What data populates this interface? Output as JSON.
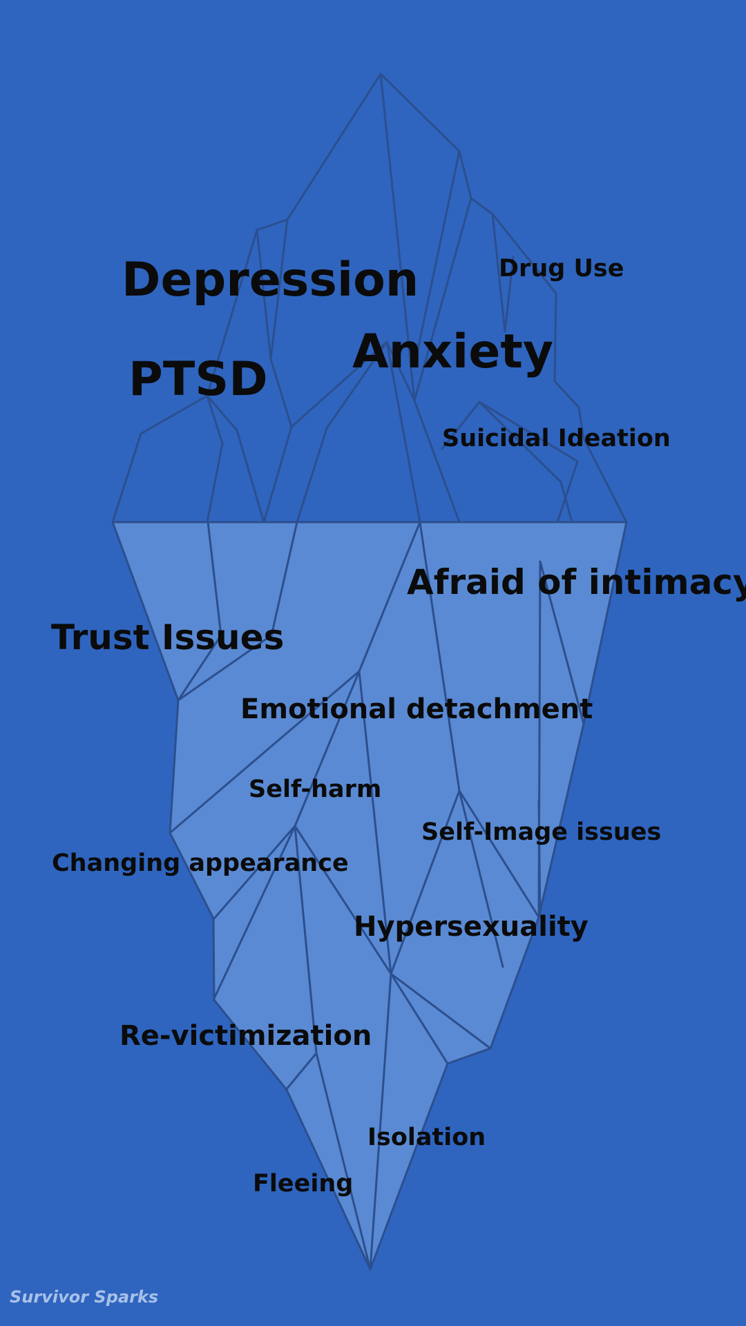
{
  "colors": {
    "background": "#2f65bf",
    "submerged_fill": "#5a8ad3",
    "edge": "#2c4f8e",
    "text": "#0b0b0b",
    "credit": "#a9c1e8"
  },
  "above_water": {
    "depression": "Depression",
    "ptsd": "PTSD",
    "anxiety": "Anxiety",
    "drug_use": "Drug Use",
    "suicidal_ideation": "Suicidal Ideation"
  },
  "below_water": {
    "afraid_of_intimacy": "Afraid of intimacy",
    "trust_issues": "Trust Issues",
    "emotional_detachment": "Emotional detachment",
    "self_harm": "Self-harm",
    "self_image_issues": "Self-Image issues",
    "changing_appearance": "Changing appearance",
    "hypersexuality": "Hypersexuality",
    "re_victimization": "Re-victimization",
    "isolation": "Isolation",
    "fleeing": "Fleeing"
  },
  "credit": "Survivor Sparks"
}
